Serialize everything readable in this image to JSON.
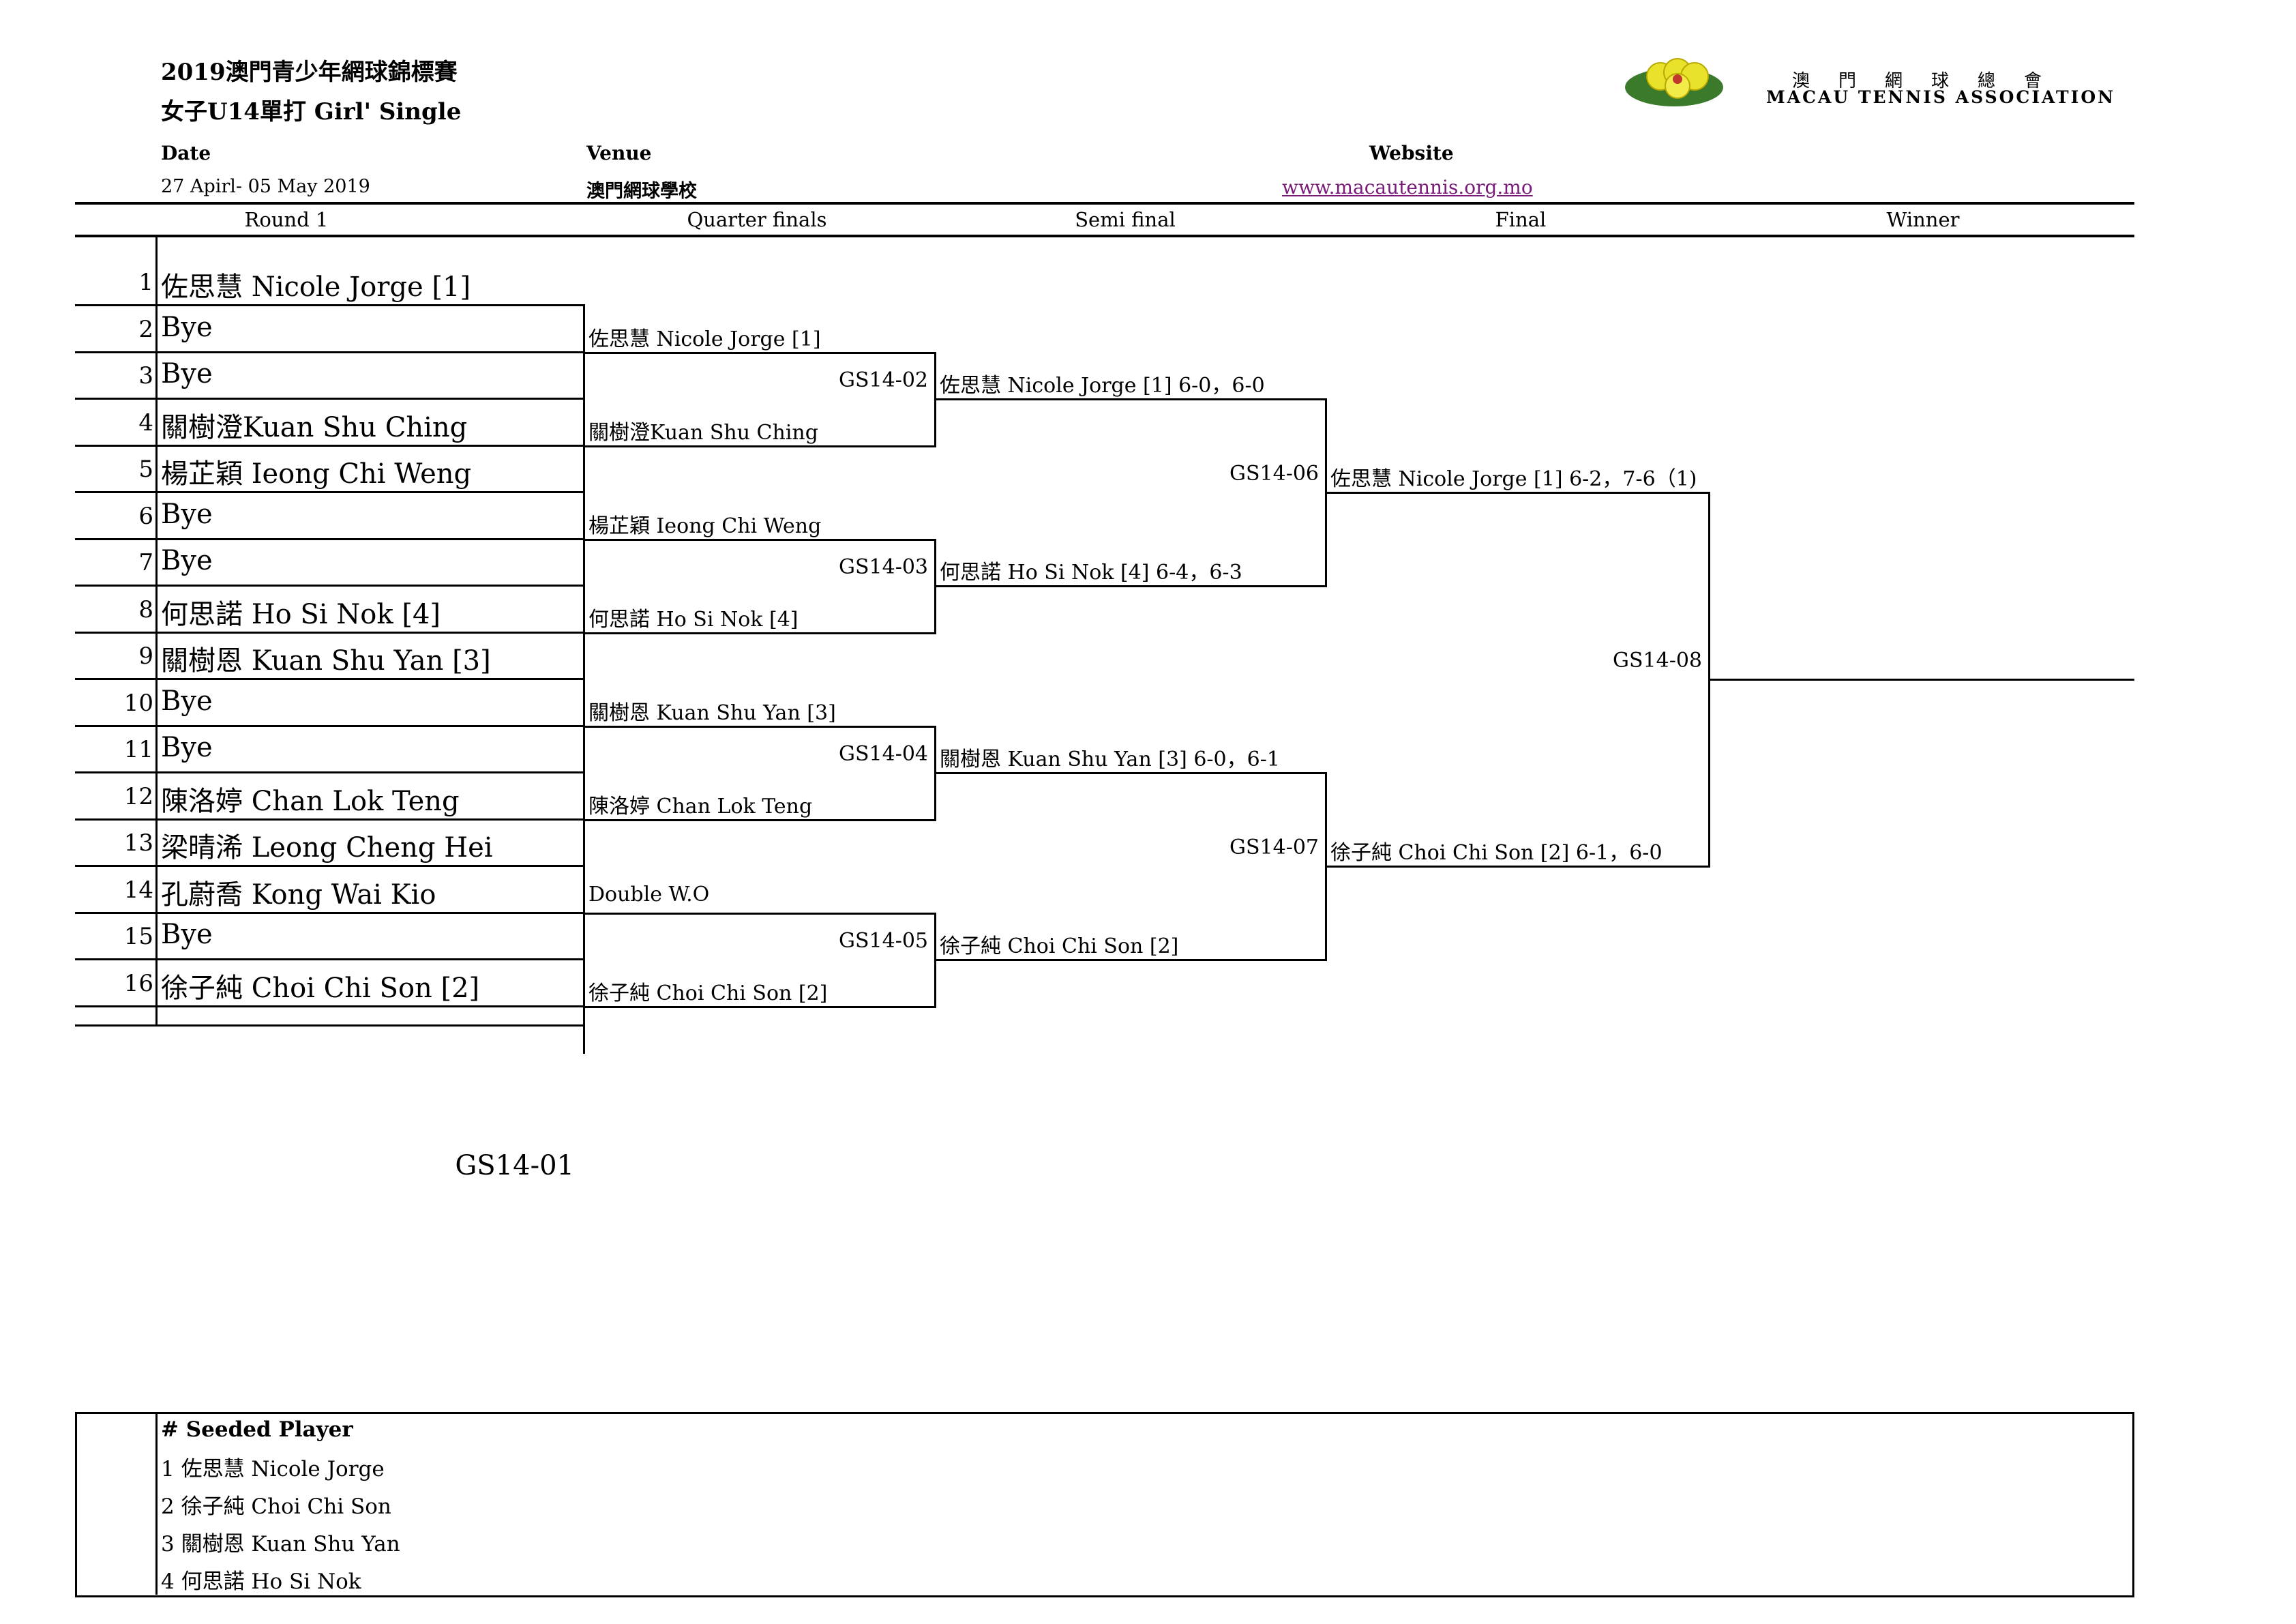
{
  "header": {
    "title": "2019澳門青少年網球錦標賽",
    "subtitle": "女子U14單打 Girl' Single",
    "date_label": "Date",
    "date_value": "27 Apirl- 05 May 2019",
    "venue_label": "Venue",
    "venue_value": "澳門網球學校",
    "website_label": "Website",
    "website_value": "www.macautennis.org.mo"
  },
  "logo": {
    "zh": "澳門網球總會",
    "en": "MACAU TENNIS ASSOCIATION",
    "colors": {
      "ball": "#e8e22a",
      "ring": "#3a7a2a",
      "accent": "#c0392b"
    }
  },
  "columns": {
    "round1": "Round 1",
    "quarter": "Quarter finals",
    "semi": "Semi final",
    "final": "Final",
    "winner": "Winner"
  },
  "round1": [
    {
      "num": "1",
      "name": "佐思慧 Nicole Jorge [1]"
    },
    {
      "num": "2",
      "name": "Bye"
    },
    {
      "num": "3",
      "name": "Bye"
    },
    {
      "num": "4",
      "name": "關樹澄Kuan Shu Ching"
    },
    {
      "num": "5",
      "name": "楊芷穎 Ieong Chi Weng"
    },
    {
      "num": "6",
      "name": "Bye"
    },
    {
      "num": "7",
      "name": "Bye"
    },
    {
      "num": "8",
      "name": "何思諾 Ho Si  Nok [4]"
    },
    {
      "num": "9",
      "name": "關樹恩 Kuan Shu Yan [3]"
    },
    {
      "num": "10",
      "name": "Bye"
    },
    {
      "num": "11",
      "name": "Bye"
    },
    {
      "num": "12",
      "name": "陳洛婷 Chan Lok Teng"
    },
    {
      "num": "13",
      "name": "梁晴浠 Leong Cheng Hei"
    },
    {
      "num": "14",
      "name": "孔蔚喬 Kong Wai Kio"
    },
    {
      "num": "15",
      "name": "Bye"
    },
    {
      "num": "16",
      "name": "徐子純 Choi Chi Son [2]"
    }
  ],
  "r1_match_code": "GS14-01",
  "quarterfinals": [
    "佐思慧 Nicole Jorge [1]",
    "關樹澄Kuan Shu Ching",
    "楊芷穎 Ieong Chi Weng",
    "何思諾 Ho Si  Nok [4]",
    "關樹恩 Kuan Shu Yan [3]",
    "陳洛婷 Chan Lok Teng",
    "Double W.O",
    "徐子純 Choi Chi Son [2]"
  ],
  "qf_codes": [
    "GS14-02",
    "GS14-03",
    "GS14-04",
    "GS14-05"
  ],
  "semifinals": [
    "佐思慧 Nicole Jorge [1] 6-0，6-0",
    "何思諾 Ho Si  Nok [4] 6-4，6-3",
    "關樹恩 Kuan Shu Yan [3] 6-0，6-1",
    "徐子純 Choi Chi Son [2]"
  ],
  "sf_codes": [
    "GS14-06",
    "GS14-07"
  ],
  "finals": [
    "佐思慧 Nicole Jorge [1]  6-2，7-6（1)",
    "徐子純 Choi Chi Son [2] 6-1，6-0"
  ],
  "final_code": "GS14-08",
  "winner": "",
  "seeds": {
    "title": "# Seeded Player",
    "items": [
      "1 佐思慧 Nicole Jorge",
      "2 徐子純 Choi Chi Son",
      "3 關樹恩 Kuan Shu Yan",
      "4 何思諾 Ho Si  Nok"
    ]
  }
}
